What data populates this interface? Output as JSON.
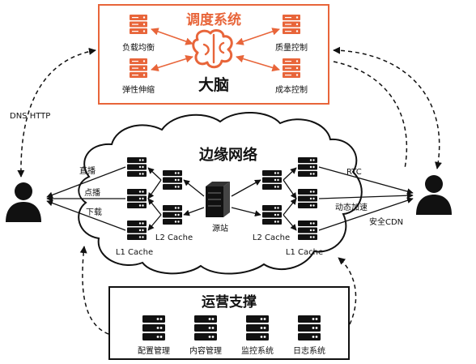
{
  "scheduling": {
    "title": "调度系统",
    "brain": "大脑",
    "items": [
      "负载均衡",
      "弹性伸缩",
      "质量控制",
      "成本控制"
    ]
  },
  "edge": {
    "title": "边缘网络",
    "left_labels": [
      "直播",
      "点播",
      "下载"
    ],
    "right_labels": [
      "RTC",
      "动态加速",
      "安全CDN"
    ],
    "origin": "源站",
    "l1_cache": "L1 Cache",
    "l2_cache": "L2 Cache"
  },
  "protocol": "DNS HTTP",
  "operations": {
    "title": "运营支撑",
    "items": [
      "配置管理",
      "内容管理",
      "监控系统",
      "日志系统"
    ]
  },
  "colors": {
    "accent": "#e8653a",
    "ink": "#111111"
  }
}
